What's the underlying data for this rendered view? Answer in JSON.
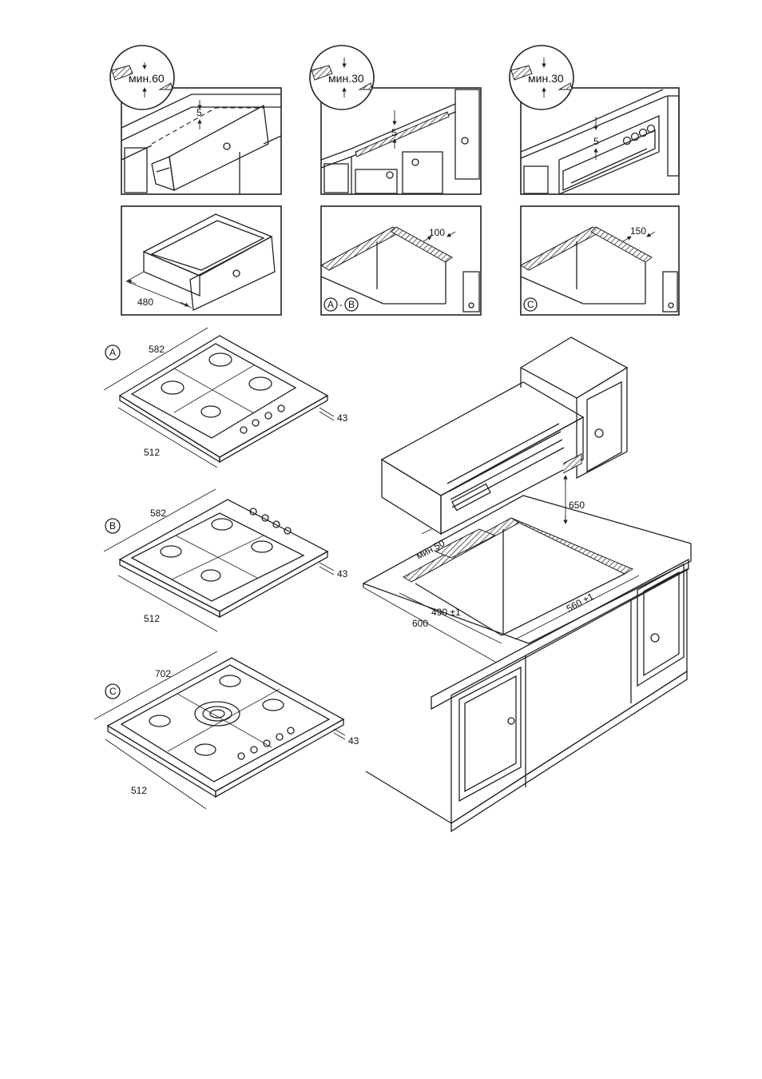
{
  "panels": {
    "drawer_top": {
      "clearance_label": "мин.60",
      "gap_label": "5"
    },
    "sink_top": {
      "clearance_label": "мин.30",
      "gap_label": "5"
    },
    "oven_top": {
      "clearance_label": "мин.30",
      "gap_label": "5"
    },
    "drawer_bottom": {
      "depth_label": "480"
    },
    "cutout_ab": {
      "edge_label": "100",
      "letter_a": "A",
      "separator": "-",
      "letter_b": "B"
    },
    "cutout_c": {
      "edge_label": "150",
      "letter_c": "C"
    }
  },
  "hobs": [
    {
      "letter": "A",
      "width_label": "582",
      "depth_label": "512",
      "height_label": "43"
    },
    {
      "letter": "B",
      "width_label": "582",
      "depth_label": "512",
      "height_label": "43"
    },
    {
      "letter": "C",
      "width_label": "702",
      "depth_label": "512",
      "height_label": "43"
    }
  ],
  "installation": {
    "hood_height_label": "650",
    "min_side_label": "мин.50",
    "cutout_depth_label": "490 ±1",
    "cutout_width_label": "560 ±1",
    "worktop_depth_label": "600"
  }
}
